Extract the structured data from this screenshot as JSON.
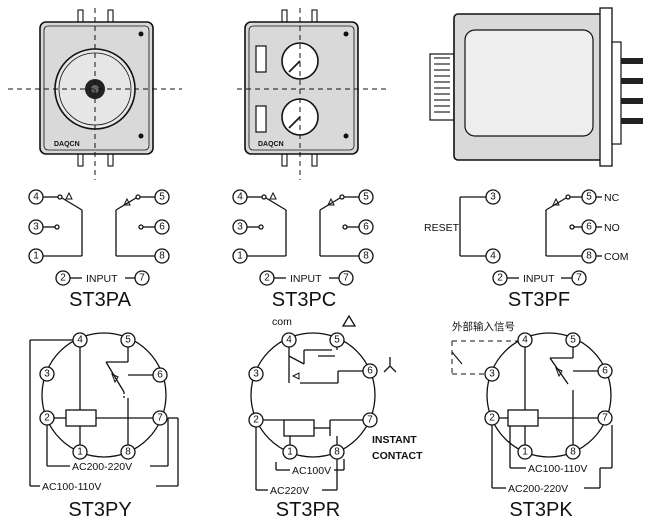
{
  "models": {
    "pa": "ST3PA",
    "pc": "ST3PC",
    "pf": "ST3PF",
    "py": "ST3PY",
    "pr": "ST3PR",
    "pk": "ST3PK"
  },
  "brand": "DAQCN",
  "labels": {
    "input": "INPUT",
    "reset": "RESET",
    "nc": "NC",
    "no": "NO",
    "com_upper": "COM",
    "com_lower": "com",
    "instant_1": "INSTANT",
    "instant_2": "CONTACT",
    "external_input_signal": "外部输入信号"
  },
  "voltages": {
    "py_inner": "AC200-220V",
    "py_outer": "AC100-110V",
    "pr_inner": "AC100V",
    "pr_outer": "AC220V",
    "pk_inner": "AC100-110V",
    "pk_outer": "AC200-220V"
  },
  "terminals": [
    "1",
    "2",
    "3",
    "4",
    "5",
    "6",
    "7",
    "8"
  ]
}
